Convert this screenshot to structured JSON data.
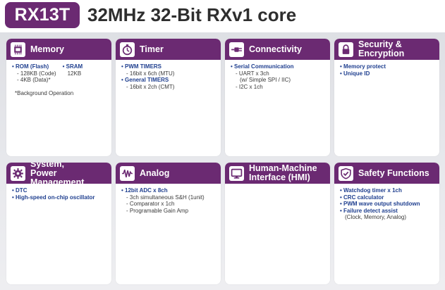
{
  "header": {
    "badge": "RX13T",
    "title": "32MHz 32-Bit RXv1 core"
  },
  "colors": {
    "accent": "#6b2a72",
    "highlight_text": "#1f3f8f"
  },
  "cards": {
    "memory": {
      "title": "Memory",
      "icon": "memory-chip-icon",
      "rom_label": "• ROM (Flash)",
      "rom_code": "- 128KB (Code)",
      "rom_data": "- 4KB (Data)*",
      "sram_label": "• SRAM",
      "sram_size": "12KB",
      "note": "*Background Operation"
    },
    "timer": {
      "title": "Timer",
      "icon": "stopwatch-icon",
      "pwm_label": "• PWM TIMERS",
      "pwm_detail": "- 16bit x 6ch (MTU)",
      "general_label": "• General TIMERS",
      "general_detail": "- 16bit x 2ch (CMT)"
    },
    "connectivity": {
      "title": "Connectivity",
      "icon": "plug-connector-icon",
      "serial_label": "• Serial Communication",
      "uart": "- UART x 3ch",
      "uart_note": "(w/ Simple SPI / IIC)",
      "i2c": "- I2C x 1ch"
    },
    "security": {
      "title_line1": "Security &",
      "title_line2": "Encryption",
      "icon": "padlock-icon",
      "item1": "• Memory protect",
      "item2": "• Unique ID"
    },
    "system": {
      "title_line1": "System,",
      "title_line2": "Power Management",
      "icon": "gear-icon",
      "item1": "• DTC",
      "item2": "• High-speed on-chip oscillator"
    },
    "analog": {
      "title": "Analog",
      "icon": "waveform-icon",
      "adc_label": "• 12bit  ADC x 8ch",
      "adc_detail": "- 3ch simultaneous S&H (1unit)",
      "comparator": "- Comparator x 1ch",
      "pga": "- Programable Gain Amp"
    },
    "hmi": {
      "title_line1": "Human-Machine",
      "title_line2": "Interface (HMI)",
      "icon": "monitor-icon"
    },
    "safety": {
      "title": "Safety Functions",
      "icon": "shield-check-icon",
      "item1": "• Watchdog timer x 1ch",
      "item2": "• CRC calculator",
      "item3": "• PWM wave output shutdown",
      "item4": "• Failure detect assist",
      "item4_detail": "(Clock, Memory, Analog)"
    }
  }
}
